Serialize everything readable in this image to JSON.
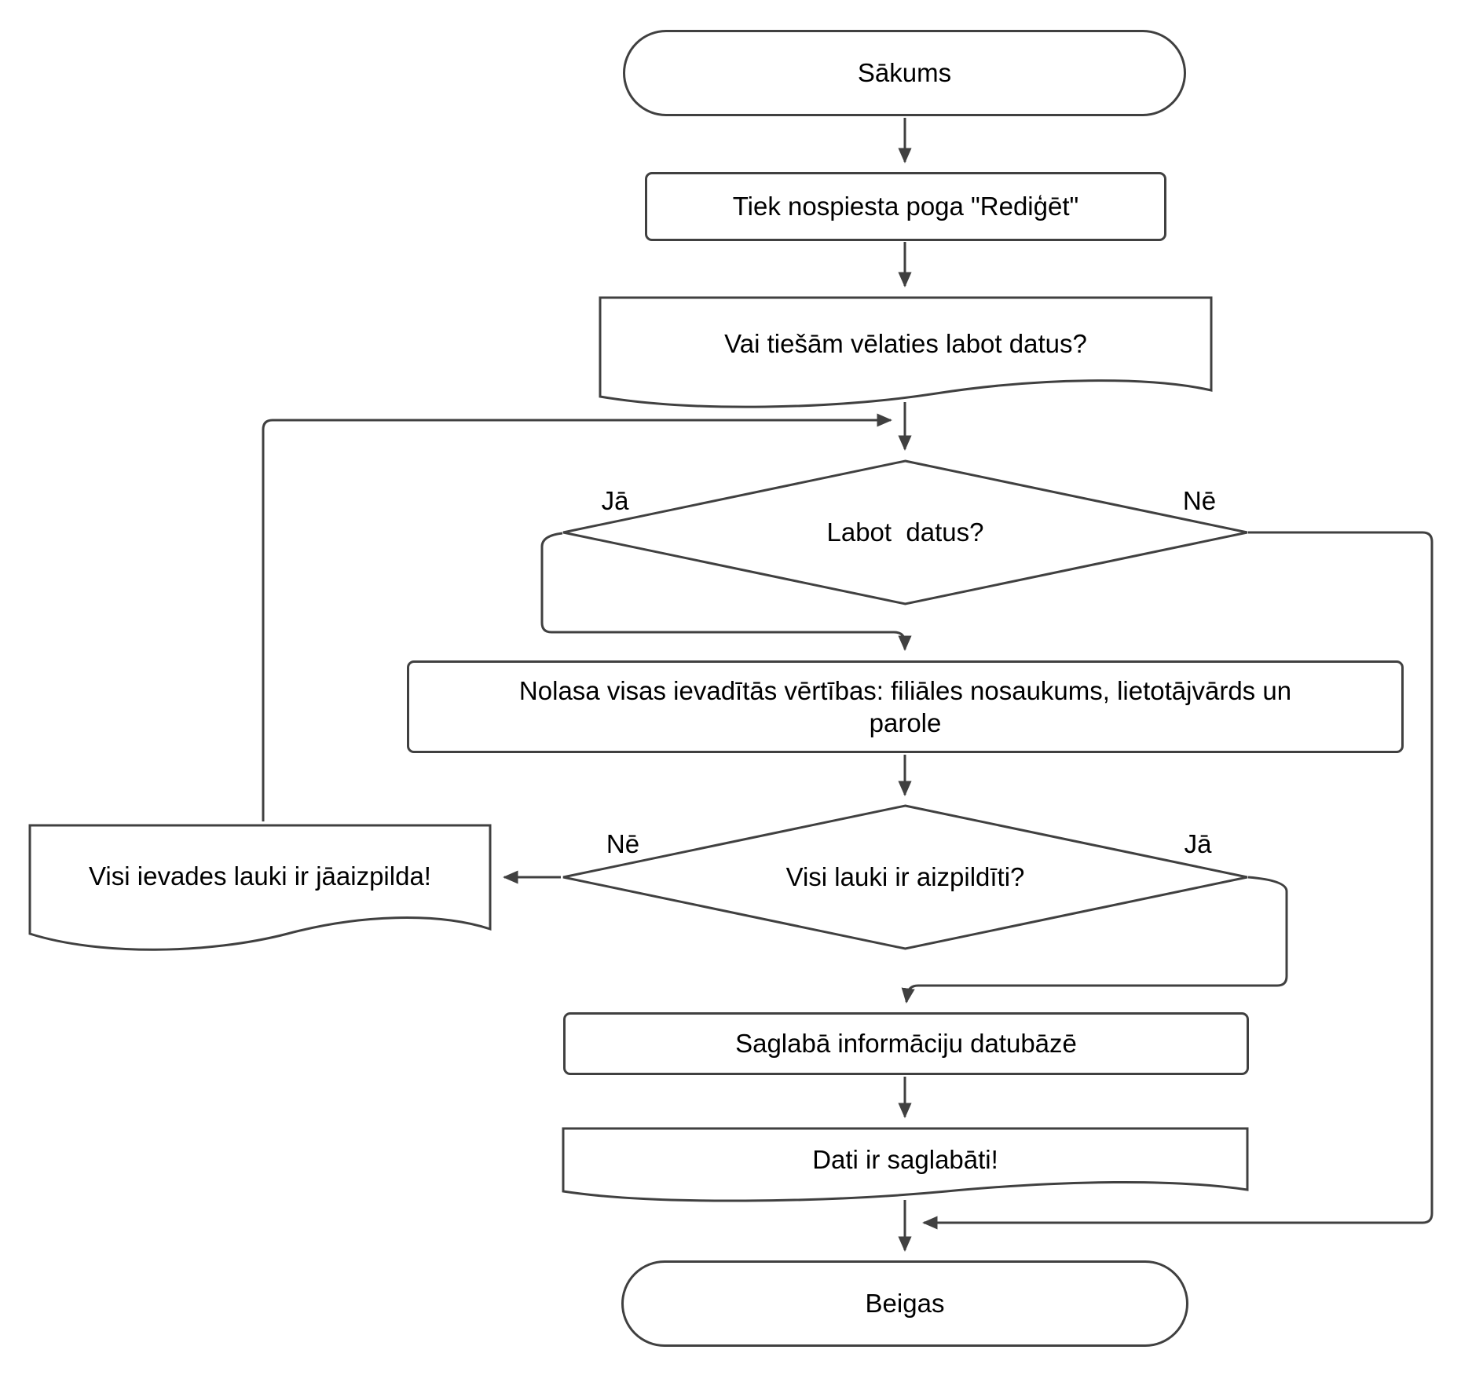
{
  "diagram": {
    "background_color": "#ffffff",
    "stroke_color": "#404040",
    "text_color": "#000000",
    "nodes": {
      "start": {
        "type": "terminator",
        "label": "Sākums"
      },
      "press_edit": {
        "type": "process",
        "label": "Tiek nospiesta poga \"Rediģēt\""
      },
      "confirm_prompt": {
        "type": "display",
        "label": "Vai tiešām vēlaties labot datus?"
      },
      "edit_decision": {
        "type": "decision",
        "label": "Labot  datus?"
      },
      "read_values": {
        "type": "process",
        "label": "Nolasa visas ievadītās vērtības: filiāles nosaukums, lietotājvārds un\nparole"
      },
      "fields_decision": {
        "type": "decision",
        "label": "Visi lauki ir aizpildīti?"
      },
      "fill_warning": {
        "type": "display",
        "label": "Visi ievades lauki ir jāaizpilda!"
      },
      "save_db": {
        "type": "process",
        "label": "Saglabā informāciju datubāzē"
      },
      "saved_msg": {
        "type": "display",
        "label": "Dati ir saglabāti!"
      },
      "end": {
        "type": "terminator",
        "label": "Beigas"
      }
    },
    "edge_labels": {
      "edit_yes": "Jā",
      "edit_no": "Nē",
      "fields_no": "Nē",
      "fields_yes": "Jā"
    }
  }
}
